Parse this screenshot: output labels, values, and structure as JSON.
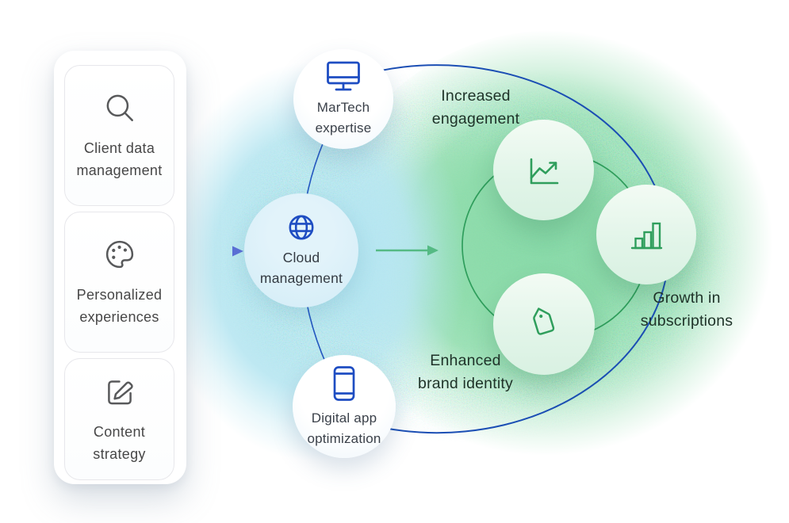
{
  "capabilities_panel": {
    "items": [
      {
        "label": "Client data\nmanagement",
        "icon": "search-icon"
      },
      {
        "label": "Personalized\nexperiences",
        "icon": "palette-icon"
      },
      {
        "label": "Content\nstrategy",
        "icon": "edit-icon"
      }
    ]
  },
  "flow_nodes": {
    "martech": {
      "label": "MarTech\nexpertise",
      "icon": "monitor-icon"
    },
    "cloud": {
      "label": "Cloud\nmanagement",
      "icon": "globe-icon"
    },
    "digital": {
      "label": "Digital app\noptimization",
      "icon": "smartphone-icon"
    }
  },
  "outcomes": {
    "engagement": {
      "label": "Increased\nengagement",
      "icon": "line-chart-icon"
    },
    "growth": {
      "label": "Growth in\nsubscriptions",
      "icon": "bar-chart-icon"
    },
    "brand": {
      "label": "Enhanced\nbrand identity",
      "icon": "tag-icon"
    }
  },
  "colors": {
    "blue_icon": "#1e4dc2",
    "navy_arc": "#1b4eb4",
    "green_icon": "#2f9e5c",
    "green_arc": "#2f9e5c",
    "blue_arrow": "#5b6fd6",
    "green_arrow": "#55ba84",
    "blue_glow": "#b7e6f1",
    "green_glow": "#8edcab",
    "panel_text": "#474747",
    "node_text": "#3a4049",
    "outcome_text": "#1e3228",
    "gray_icon": "#58595b"
  }
}
